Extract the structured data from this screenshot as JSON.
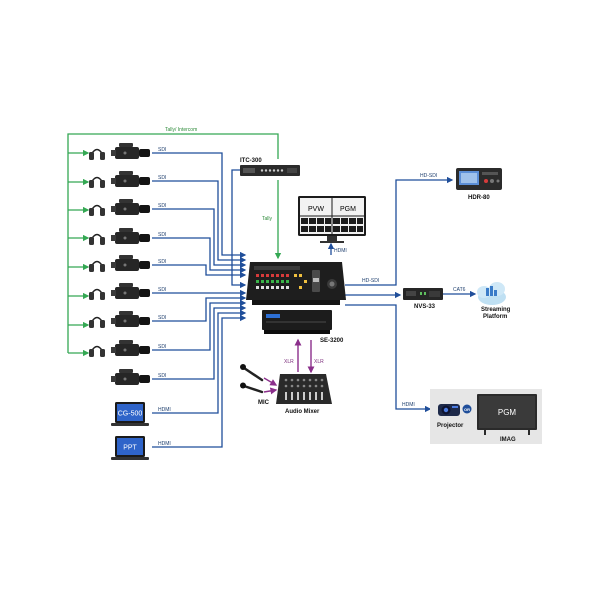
{
  "colors": {
    "sdi": "#1f4e9a",
    "tally": "#34a853",
    "xlr": "#8b2f8b",
    "device": "#2a2a2a"
  },
  "labels": {
    "tally_intercom": "Tally/ Intercom",
    "itc": "ITC-300",
    "tally": "Tally",
    "hdmi_multiview": "HDMI",
    "pvw": "PVW",
    "pgm": "PGM",
    "switcher": "SE-3200",
    "sdi": "SDI",
    "hdmi": "HDMI",
    "cg": "CG-500",
    "ppt": "PPT",
    "xlr_left": "XLR",
    "xlr_right": "XLR",
    "mic": "MIC",
    "mixer": "Audio Mixer",
    "hd_sdi_top": "HD-SDI",
    "hdr": "HDR-80",
    "hd_sdi_mid": "HD-SDI",
    "nvs": "NVS-33",
    "cat6": "CAT6",
    "streaming_1": "Streaming",
    "streaming_2": "Platform",
    "hdmi_out": "HDMI",
    "projector": "Projector",
    "or": "OR",
    "pgm_screen": "PGM",
    "imag": "IMAG"
  }
}
